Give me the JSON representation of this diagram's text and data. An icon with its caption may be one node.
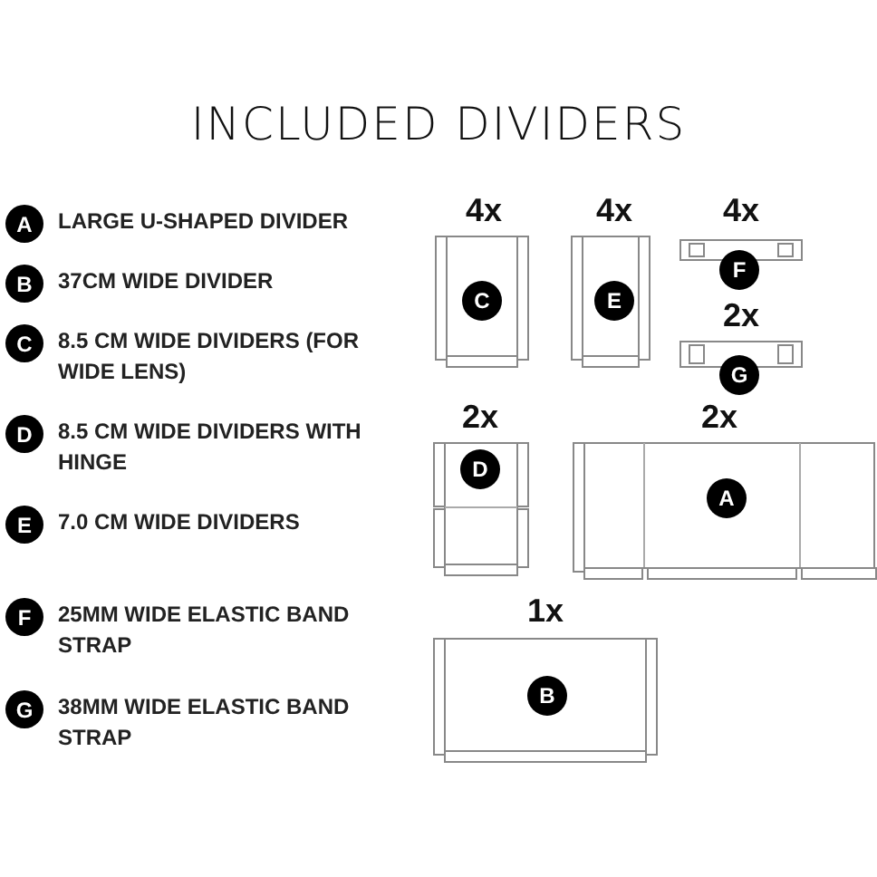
{
  "diagram": {
    "title": "INCLUDED DIVIDERS",
    "nodes": [
      {
        "text": [
          "A"
        ],
        "beside": [
          "LARGE U-SHAPED DIVIDER"
        ]
      },
      {
        "text": [
          "B"
        ],
        "beside": [
          "37CM WIDE DIVIDER"
        ]
      },
      {
        "text": [
          "C"
        ],
        "beside": [
          "8.5 CM WIDE DIVIDERS (FOR WIDE LENS)"
        ]
      },
      {
        "text": [
          "D"
        ],
        "beside": [
          "8.5 CM WIDE DIVIDERS WITH HINGE"
        ]
      },
      {
        "text": [
          "E"
        ],
        "beside": [
          "7.0 CM WIDE DIVIDERS"
        ]
      },
      {
        "text": [
          "F"
        ],
        "beside": [
          "25MM WIDE ELASTIC BAND STRAP"
        ]
      },
      {
        "text": [
          "G"
        ],
        "beside": [
          "38MM WIDE ELASTIC BAND STRAP"
        ]
      },
      {
        "text": [
          "C"
        ],
        "beside": [
          "4x"
        ]
      },
      {
        "text": [
          "E"
        ],
        "beside": [
          "4x"
        ]
      },
      {
        "text": [
          "F"
        ],
        "beside": [
          "4x"
        ]
      },
      {
        "text": [
          "G"
        ],
        "beside": [
          "2x"
        ]
      },
      {
        "text": [
          "D"
        ],
        "beside": [
          "2x"
        ]
      },
      {
        "text": [
          "A"
        ],
        "beside": [
          "2x"
        ]
      },
      {
        "text": [
          "B"
        ],
        "beside": [
          "1x"
        ]
      }
    ]
  }
}
